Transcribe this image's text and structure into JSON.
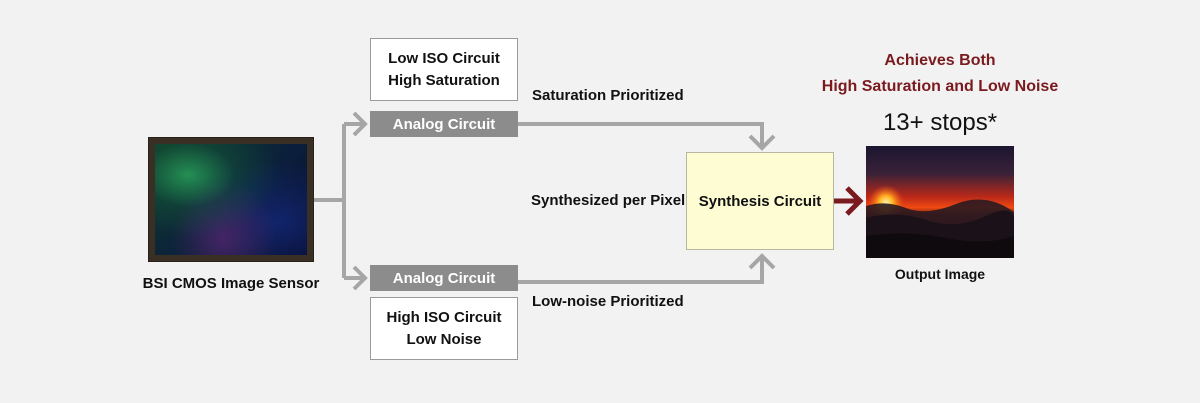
{
  "sensor": {
    "label": "BSI CMOS Image Sensor"
  },
  "top_circuit": {
    "line1": "Low ISO Circuit",
    "line2": "High Saturation",
    "analog_label": "Analog Circuit",
    "path_label": "Saturation Prioritized"
  },
  "bottom_circuit": {
    "analog_label": "Analog Circuit",
    "line1": "High ISO Circuit",
    "line2": "Low Noise",
    "path_label": "Low-noise Prioritized"
  },
  "synthesis": {
    "side_label": "Synthesized per Pixel",
    "box_label": "Synthesis Circuit"
  },
  "output": {
    "headline_line1": "Achieves Both",
    "headline_line2": "High Saturation and Low Noise",
    "stops": "13+ stops*",
    "caption": "Output Image"
  },
  "colors": {
    "background": "#f2f2f2",
    "connector": "#a6a6a6",
    "analog_bar": "#8c8c8c",
    "synthesis_fill": "#fdfcd2",
    "accent": "#7a1a1f"
  }
}
